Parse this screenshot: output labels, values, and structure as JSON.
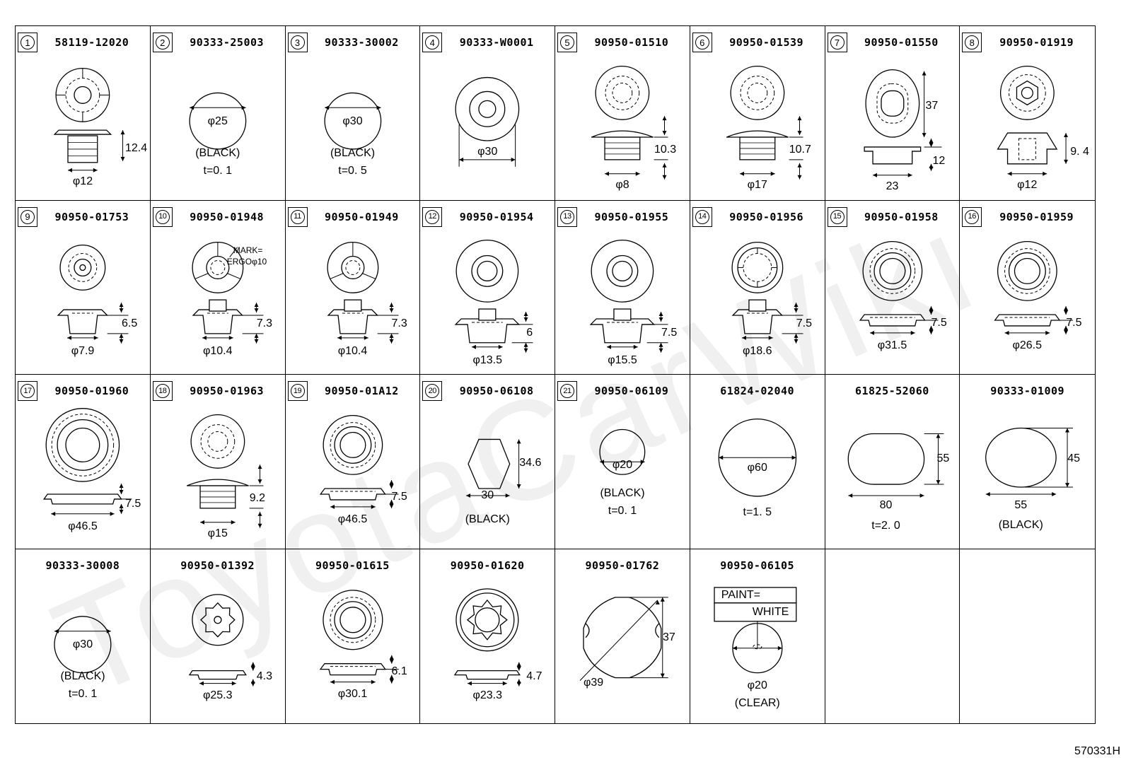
{
  "figure_id": "570331H",
  "watermark": "ToyotaCarWiki",
  "cells": [
    {
      "num": "1",
      "part": "58119-12020",
      "type": "plugcross",
      "dims": [
        "12.4",
        "φ12"
      ],
      "notes": []
    },
    {
      "num": "2",
      "part": "90333-25003",
      "type": "disc",
      "dims": [
        "φ25"
      ],
      "notes": [
        "(BLACK)",
        "t=0. 1"
      ]
    },
    {
      "num": "3",
      "part": "90333-30002",
      "type": "disc",
      "dims": [
        "φ30"
      ],
      "notes": [
        "(BLACK)",
        "t=0. 5"
      ]
    },
    {
      "num": "4",
      "part": "90333-W0001",
      "type": "ring",
      "dims": [
        "φ30"
      ],
      "notes": []
    },
    {
      "num": "5",
      "part": "90950-01510",
      "type": "dome",
      "dims": [
        "10.3",
        "φ8"
      ],
      "notes": []
    },
    {
      "num": "6",
      "part": "90950-01539",
      "type": "dome",
      "dims": [
        "10.7",
        "φ17"
      ],
      "notes": []
    },
    {
      "num": "7",
      "part": "90950-01550",
      "type": "oval",
      "dims": [
        "37",
        "12",
        "23"
      ],
      "notes": []
    },
    {
      "num": "8",
      "part": "90950-01919",
      "type": "hexplug",
      "dims": [
        "9. 4",
        "φ12"
      ],
      "notes": []
    },
    {
      "num": "9",
      "part": "90950-01753",
      "type": "grom",
      "dims": [
        "6.5",
        "φ7.9"
      ],
      "notes": []
    },
    {
      "num": "10",
      "part": "90950-01948",
      "type": "slotgrom",
      "dims": [
        "7.3",
        "φ10.4"
      ],
      "notes": [
        "MARK=",
        "ERGOφ10"
      ]
    },
    {
      "num": "11",
      "part": "90950-01949",
      "type": "slotgrom",
      "dims": [
        "7.3",
        "φ10.4"
      ],
      "notes": []
    },
    {
      "num": "12",
      "part": "90950-01954",
      "type": "capgrom",
      "dims": [
        "6",
        "φ13.5"
      ],
      "notes": []
    },
    {
      "num": "13",
      "part": "90950-01955",
      "type": "capgrom",
      "dims": [
        "7.5",
        "φ15.5"
      ],
      "notes": []
    },
    {
      "num": "14",
      "part": "90950-01956",
      "type": "crossgrom",
      "dims": [
        "7.5",
        "φ18.6"
      ],
      "notes": []
    },
    {
      "num": "15",
      "part": "90950-01958",
      "type": "flatgrom",
      "dims": [
        "7.5",
        "φ31.5"
      ],
      "notes": []
    },
    {
      "num": "16",
      "part": "90950-01959",
      "type": "flatgrom",
      "dims": [
        "7.5",
        "φ26.5"
      ],
      "notes": []
    },
    {
      "num": "17",
      "part": "90950-01960",
      "type": "biggrom",
      "dims": [
        "7.5",
        "φ46.5"
      ],
      "notes": []
    },
    {
      "num": "18",
      "part": "90950-01963",
      "type": "dome",
      "dims": [
        "9.2",
        "φ15"
      ],
      "notes": []
    },
    {
      "num": "19",
      "part": "90950-01A12",
      "type": "flatgrom",
      "dims": [
        "7.5",
        "φ46.5"
      ],
      "notes": []
    },
    {
      "num": "20",
      "part": "90950-06108",
      "type": "hex",
      "dims": [
        "34.6",
        "30"
      ],
      "notes": [
        "(BLACK)"
      ]
    },
    {
      "num": "21",
      "part": "90950-06109",
      "type": "smalldisc",
      "dims": [
        "φ20"
      ],
      "notes": [
        "(BLACK)",
        "t=0. 1"
      ]
    },
    {
      "num": "",
      "part": "61824-02040",
      "type": "bigdisc",
      "dims": [
        "φ60"
      ],
      "notes": [
        "t=1. 5"
      ]
    },
    {
      "num": "",
      "part": "61825-52060",
      "type": "stadium",
      "dims": [
        "55",
        "80"
      ],
      "notes": [
        "t=2. 0"
      ]
    },
    {
      "num": "",
      "part": "90333-01009",
      "type": "ellipse",
      "dims": [
        "45",
        "55"
      ],
      "notes": [
        "(BLACK)"
      ]
    },
    {
      "num": "",
      "part": "90333-30008",
      "type": "disc",
      "dims": [
        "φ30"
      ],
      "notes": [
        "(BLACK)",
        "t=0. 1"
      ]
    },
    {
      "num": "",
      "part": "90950-01392",
      "type": "gear",
      "dims": [
        "4.3",
        "φ25.3"
      ],
      "notes": []
    },
    {
      "num": "",
      "part": "90950-01615",
      "type": "flatgrom",
      "dims": [
        "6.1",
        "φ30.1"
      ],
      "notes": []
    },
    {
      "num": "",
      "part": "90950-01620",
      "type": "gearring",
      "dims": [
        "4.7",
        "φ23.3"
      ],
      "notes": []
    },
    {
      "num": "",
      "part": "90950-01762",
      "type": "clipdisc",
      "dims": [
        "37",
        "φ39"
      ],
      "notes": []
    },
    {
      "num": "",
      "part": "90950-06105",
      "type": "paintdisc",
      "dims": [
        "φ20"
      ],
      "notes": [
        "PAINT=",
        "WHITE",
        "(CLEAR)"
      ]
    },
    {
      "num": "",
      "part": "",
      "type": "empty",
      "dims": [],
      "notes": []
    },
    {
      "num": "",
      "part": "",
      "type": "empty",
      "dims": [],
      "notes": []
    }
  ]
}
